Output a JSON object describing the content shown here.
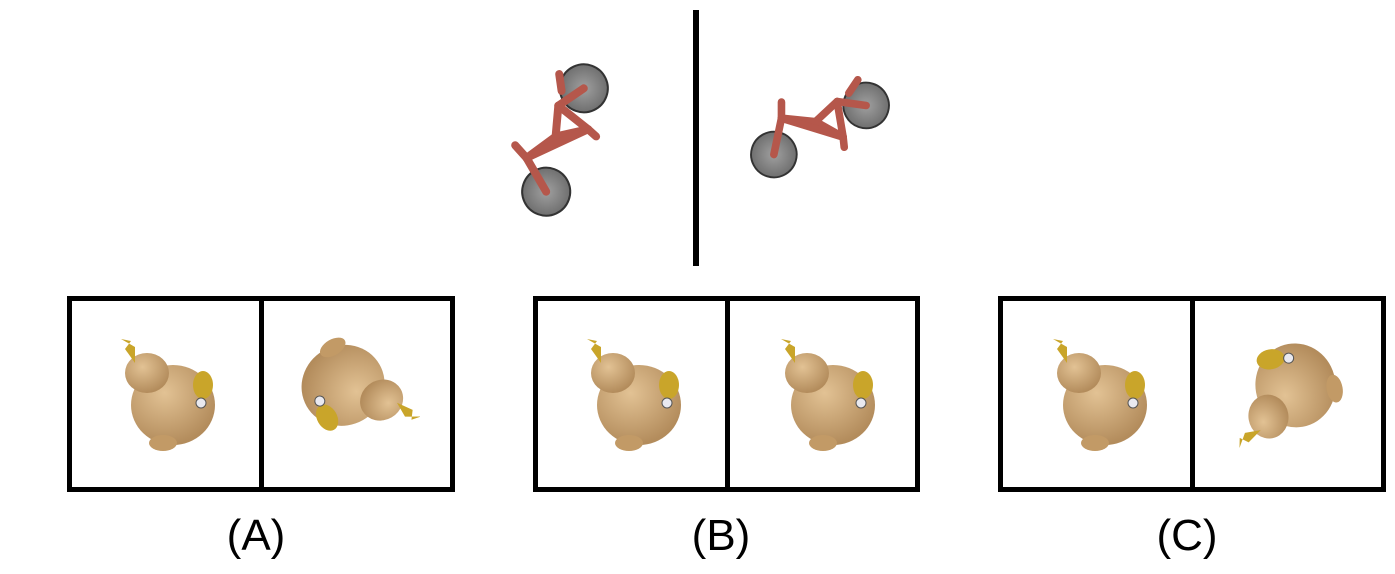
{
  "options": [
    {
      "label": "(A)"
    },
    {
      "label": "(B)"
    },
    {
      "label": "(C)"
    }
  ],
  "colors": {
    "bike_frame": "#b5574b",
    "wheel": "#8a8a8a",
    "duck_body": "#c9a676",
    "duck_beak": "#c9a52a",
    "border": "#000000"
  }
}
